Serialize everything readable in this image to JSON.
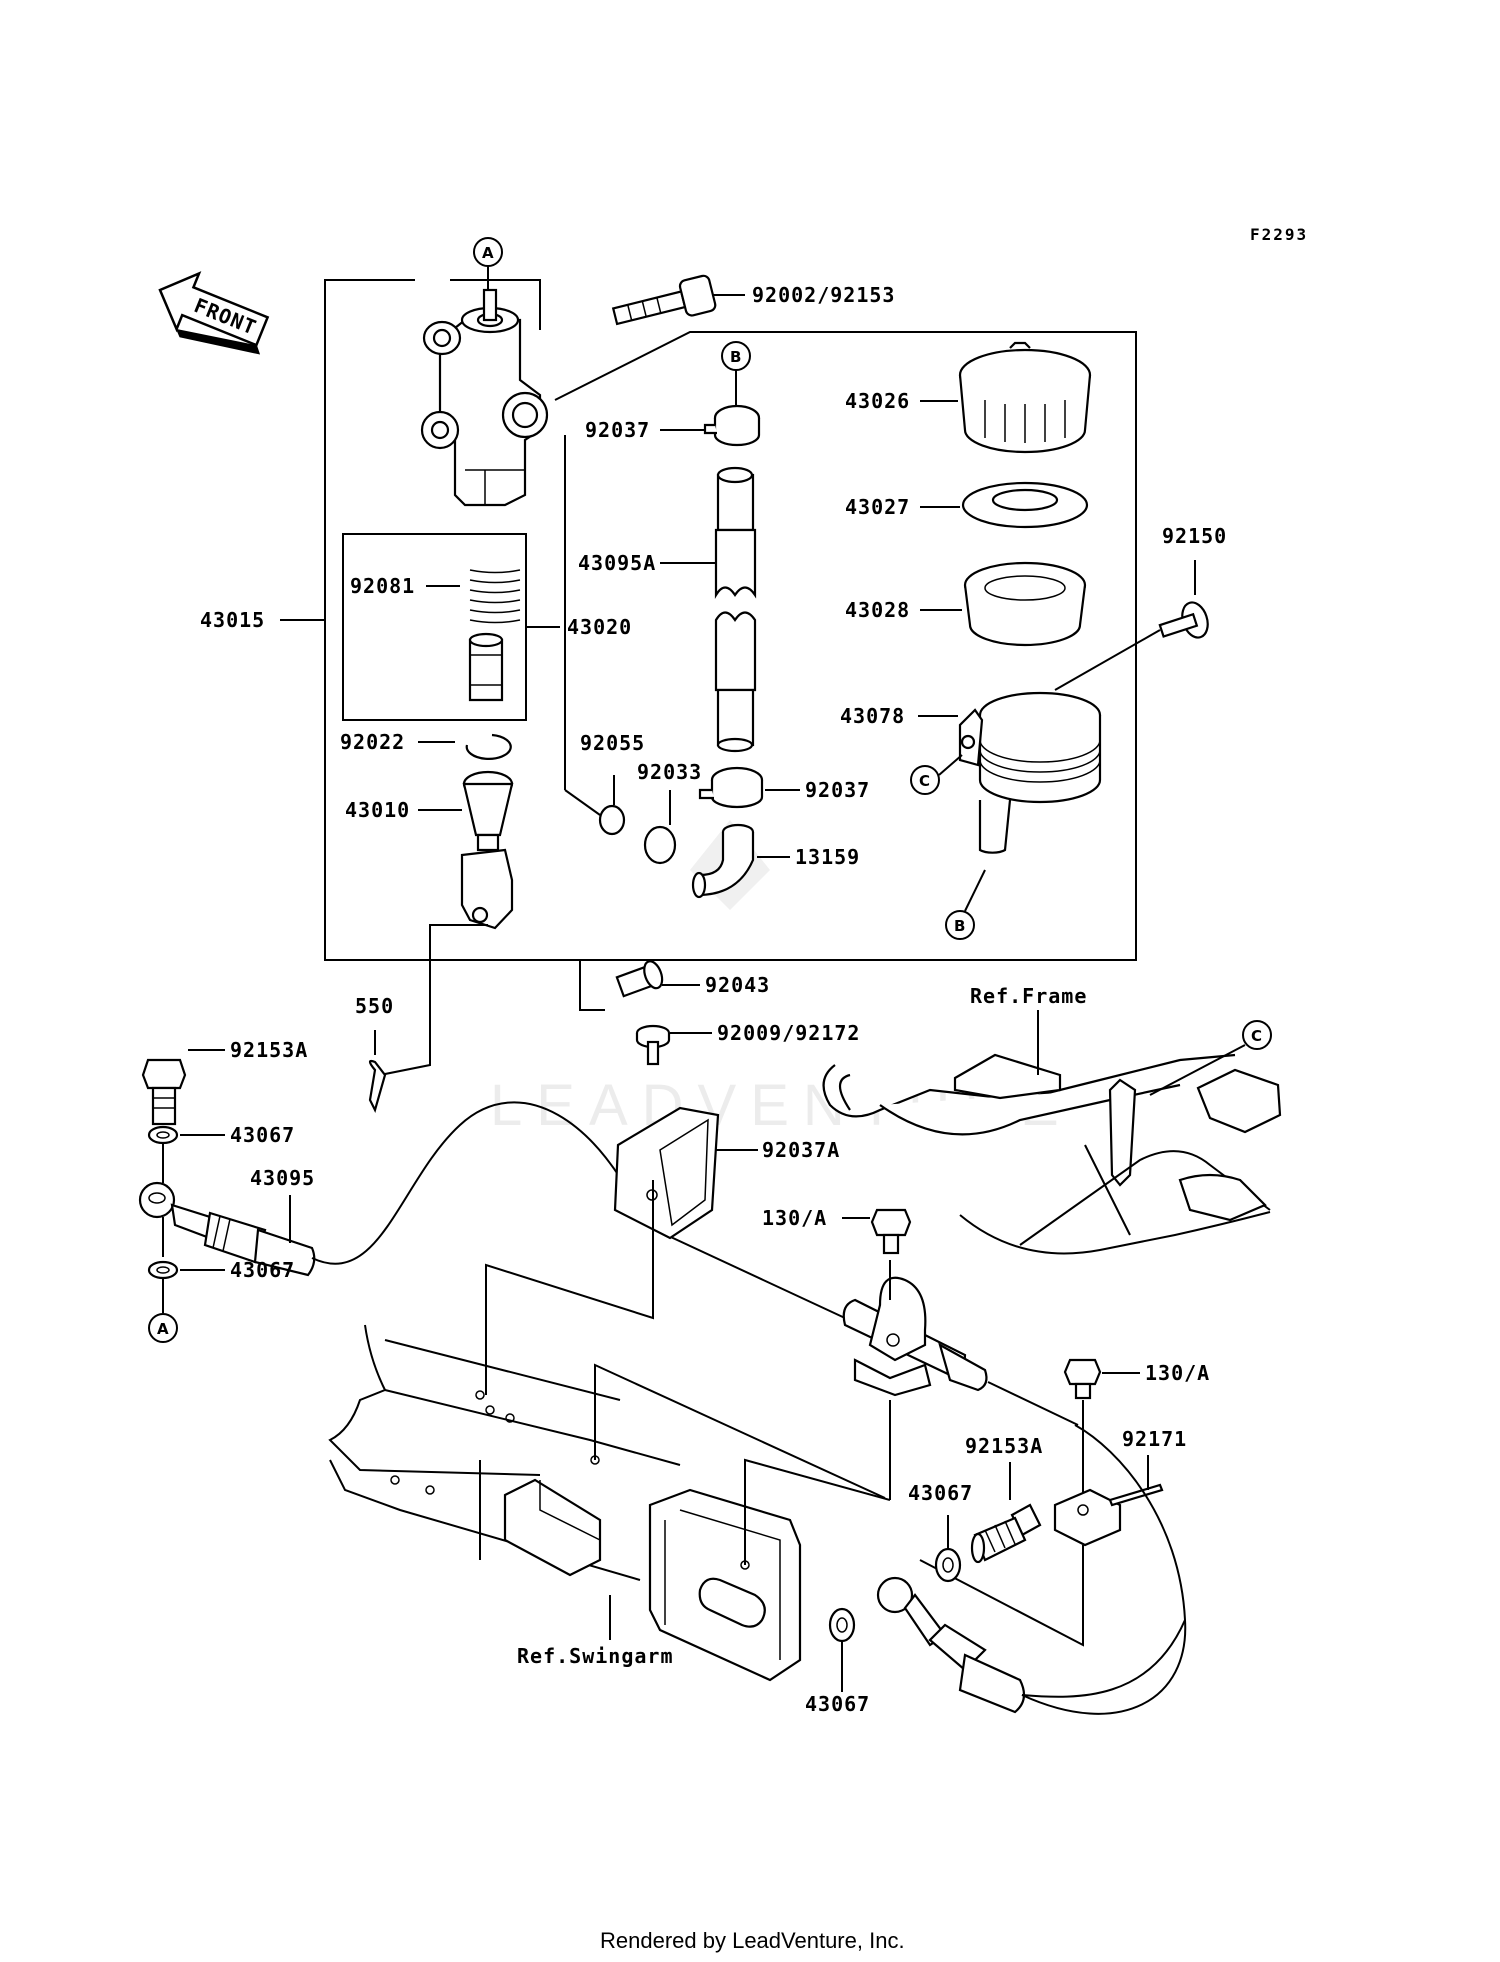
{
  "diagram_code": "F2293",
  "front_arrow_label": "FRONT",
  "callout_markers": [
    "A",
    "B",
    "C"
  ],
  "part_labels": {
    "p92002_92153": "92002/92153",
    "p92037_top": "92037",
    "p43026": "43026",
    "p43027": "43027",
    "p43095A": "43095A",
    "p92150": "92150",
    "p43028": "43028",
    "p92081": "92081",
    "p43015": "43015",
    "p43020": "43020",
    "p43078": "43078",
    "p92022": "92022",
    "p92055": "92055",
    "p92033": "92033",
    "p92037_bottom": "92037",
    "p43010": "43010",
    "p13159": "13159",
    "p92043": "92043",
    "p550": "550",
    "p92009_92172": "92009/92172",
    "p92153A_left": "92153A",
    "p43067_left_top": "43067",
    "p92037A": "92037A",
    "p43095": "43095",
    "p130A_top": "130/A",
    "p43067_left_bottom": "43067",
    "p130A_right": "130/A",
    "p92153A_right": "92153A",
    "p92171": "92171",
    "p43067_mid": "43067",
    "p43067_bottom": "43067"
  },
  "references": {
    "frame": "Ref.Frame",
    "swingarm": "Ref.Swingarm"
  },
  "watermark_text": "LEADVENTURE",
  "footer": "Rendered by LeadVenture, Inc."
}
